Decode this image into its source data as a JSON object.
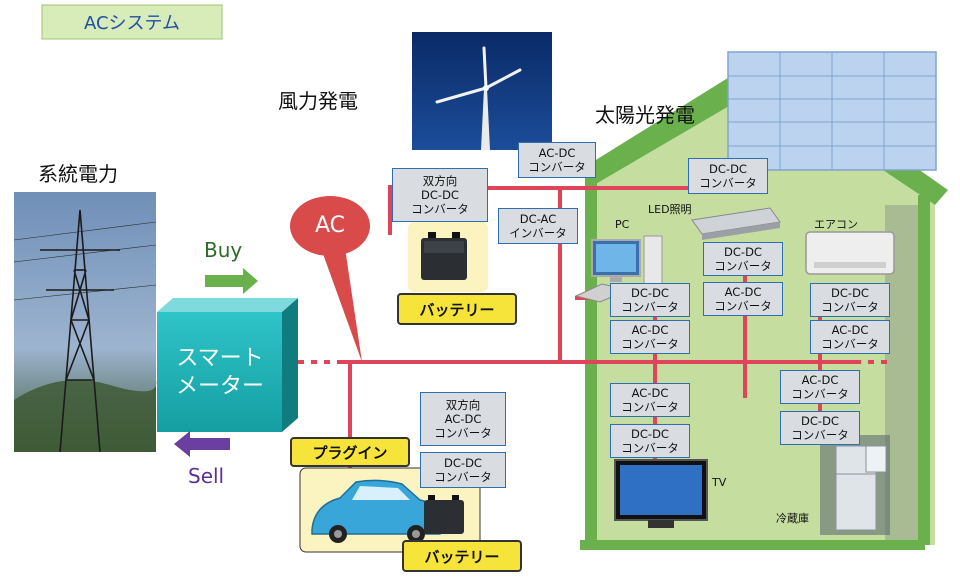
{
  "title": "ACシステム",
  "labels": {
    "grid": "系統電力",
    "wind": "風力発電",
    "solar": "太陽光発電",
    "buy": "Buy",
    "sell": "Sell",
    "ac": "AC",
    "smart_meter": "スマート\nメーター",
    "battery_top": "バッテリー",
    "battery_bottom": "バッテリー",
    "plugin": "プラグイン",
    "pc": "PC",
    "led": "LED照明",
    "aircon": "エアコン",
    "tv": "TV",
    "fridge": "冷蔵庫"
  },
  "converters": {
    "wind_acdc": "AC-DC\nコンバータ",
    "solar_dcdc": "DC-DC\nコンバータ",
    "bat_bidir": "双方向\nDC-DC\nコンバータ",
    "dcac_inv": "DC-AC\nインバータ",
    "pc_dcdc": "DC-DC\nコンバータ",
    "pc_acdc": "AC-DC\nコンバータ",
    "led_dcdc": "DC-DC\nコンバータ",
    "led_acdc": "AC-DC\nコンバータ",
    "ac_dcdc": "DC-DC\nコンバータ",
    "ac_acdc": "AC-DC\nコンバータ",
    "tv_acdc": "AC-DC\nコンバータ",
    "tv_dcdc": "DC-DC\nコンバータ",
    "fr_acdc": "AC-DC\nコンバータ",
    "fr_dcdc": "DC-DC\nコンバータ",
    "ev_bidir": "双方向\nAC-DC\nコンバータ",
    "ev_dcdc": "DC-DC\nコンバータ"
  },
  "colors": {
    "bus": "#e0445a",
    "house_fill": "#c5dea0",
    "house_roof": "#6ab04c",
    "meter": "#1fb4b8",
    "battery_label": "#f7e43a",
    "converter_border": "#2f6fb0",
    "converter_fill": "#d9dce0",
    "ac_bubble": "#d94a4a"
  }
}
